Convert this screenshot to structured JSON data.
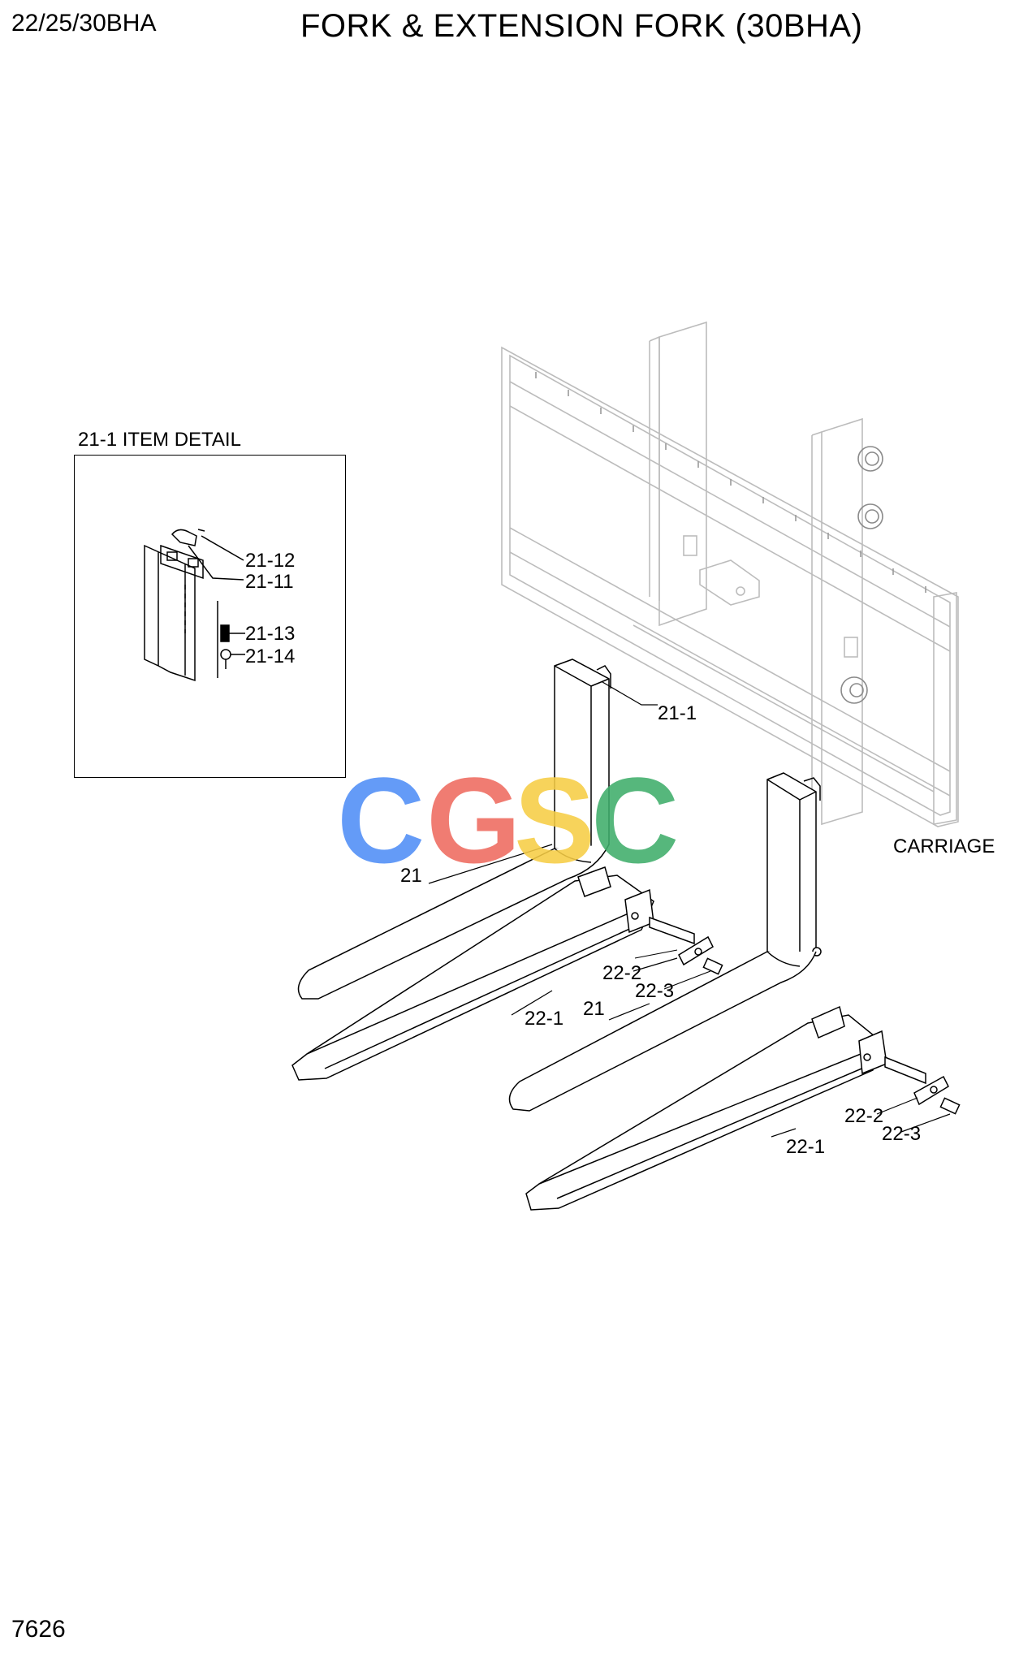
{
  "header": {
    "model": "22/25/30BHA",
    "title": "FORK & EXTENSION FORK (30BHA)"
  },
  "footer": {
    "page_number": "7626"
  },
  "detail": {
    "title": "21-1 ITEM DETAIL"
  },
  "callouts": {
    "c21_12": "21-12",
    "c21_11": "21-11",
    "c21_13": "21-13",
    "c21_14": "21-14",
    "c21_1": "21-1",
    "carriage": "CARRIAGE",
    "c21_a": "21",
    "c22_2_a": "22-2",
    "c22_3_a": "22-3",
    "c22_1_a": "22-1",
    "c21_b": "21",
    "c22_2_b": "22-2",
    "c22_3_b": "22-3",
    "c22_1_b": "22-1"
  },
  "watermark": {
    "letters": [
      "C",
      "G",
      "S",
      "C"
    ],
    "colors": [
      "#4f8ef7",
      "#ef6b5f",
      "#f7cd45",
      "#3fae6b"
    ]
  }
}
